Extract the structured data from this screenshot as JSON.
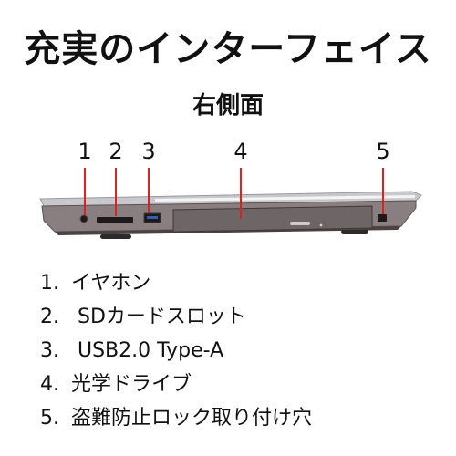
{
  "title": "充実のインターフェイス",
  "subtitle": "右側面",
  "callouts": [
    {
      "num": "1"
    },
    {
      "num": "2"
    },
    {
      "num": "3"
    },
    {
      "num": "4"
    },
    {
      "num": "5"
    }
  ],
  "list": [
    {
      "num": "1.",
      "label": "イヤホン"
    },
    {
      "num": "2.",
      "label": " SDカードスロット"
    },
    {
      "num": "3.",
      "label": " USB2.0 Type-A"
    },
    {
      "num": "4.",
      "label": "光学ドライブ"
    },
    {
      "num": "5.",
      "label": "盗難防止ロック取り付け穴"
    }
  ],
  "colors": {
    "text": "#111111",
    "leader": "#e02020",
    "body": "#8a7f80",
    "body_dark": "#4a4243",
    "lid": "#c8c8cc"
  }
}
